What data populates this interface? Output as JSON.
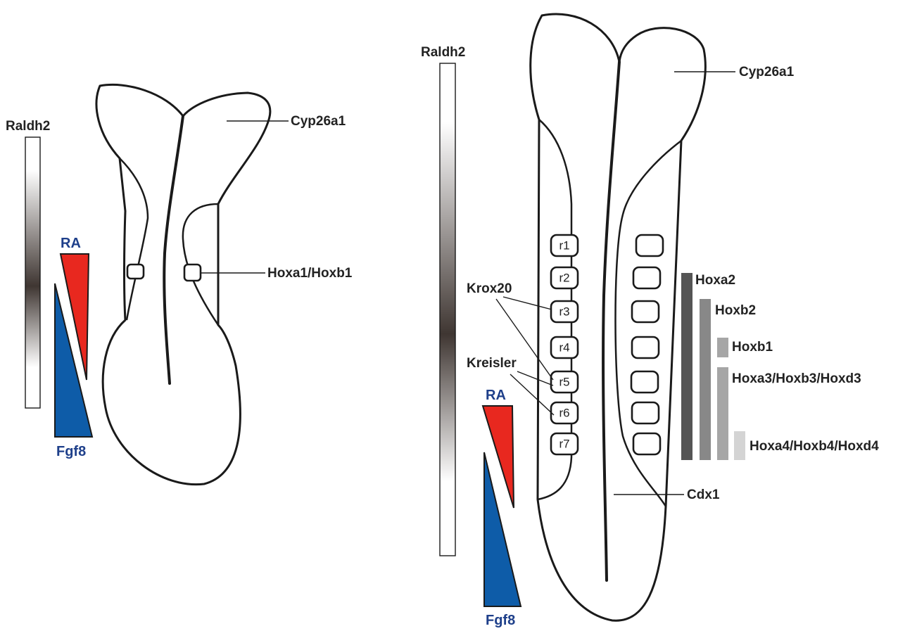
{
  "left": {
    "raldh2_label": "Raldh2",
    "ra_label": "RA",
    "fgf8_label": "Fgf8",
    "cyp26a1_label": "Cyp26a1",
    "hox_label": "Hoxa1/Hoxb1"
  },
  "right": {
    "raldh2_label": "Raldh2",
    "ra_label": "RA",
    "fgf8_label": "Fgf8",
    "cyp26a1_label": "Cyp26a1",
    "cdx1_label": "Cdx1",
    "krox20_label": "Krox20",
    "kreisler_label": "Kreisler",
    "rhombomeres": [
      "r1",
      "r2",
      "r3",
      "r4",
      "r5",
      "r6",
      "r7"
    ],
    "hox_bars": [
      {
        "label": "Hoxa2",
        "color": "#555555"
      },
      {
        "label": "Hoxb2",
        "color": "#888888"
      },
      {
        "label": "Hoxb1",
        "color": "#a6a6a6"
      },
      {
        "label": "Hoxa3/Hoxb3/Hoxd3",
        "color": "#a6a6a6"
      },
      {
        "label": "Hoxa4/Hoxb4/Hoxd4",
        "color": "#d4d4d4"
      }
    ]
  },
  "colors": {
    "ra_red": "#e8281f",
    "fgf8_blue": "#0e5ca8",
    "outline": "#1a1a1a"
  }
}
